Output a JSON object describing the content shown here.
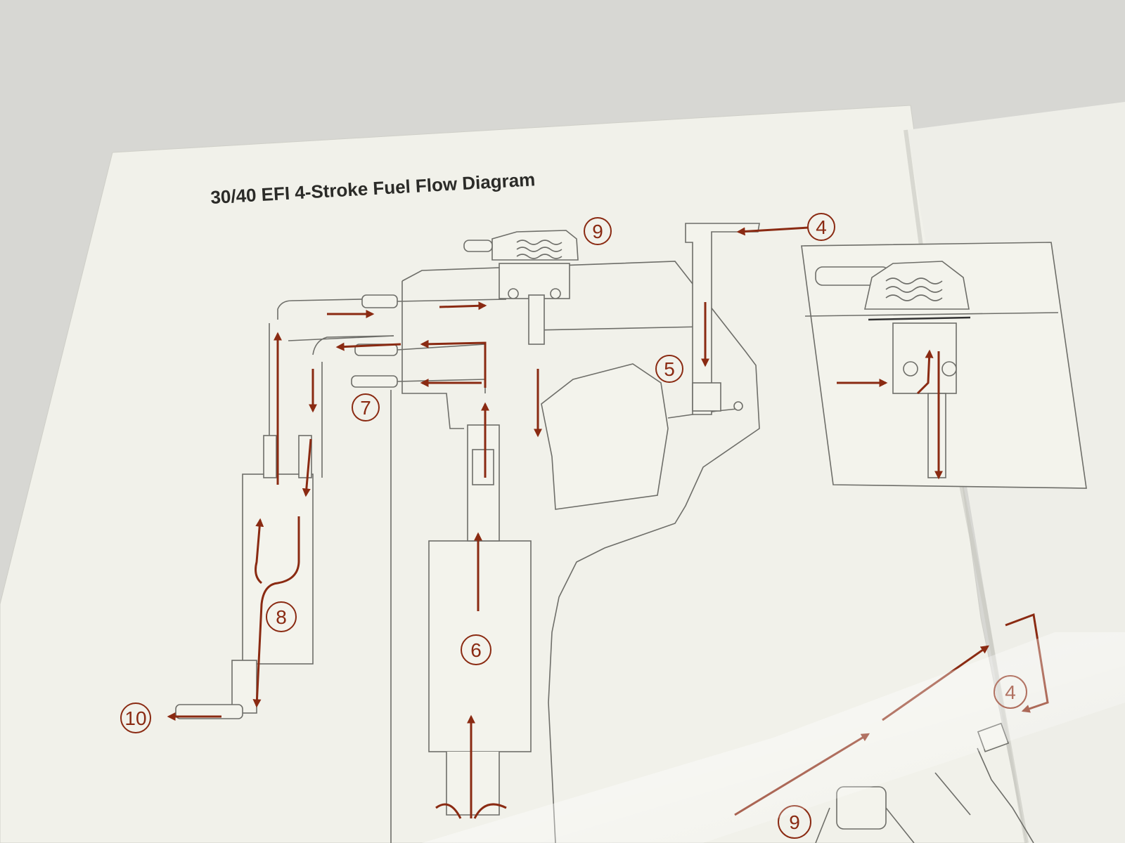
{
  "diagram": {
    "title": "30/40 EFI 4-Stroke Fuel Flow Diagram",
    "callouts": [
      {
        "id": "c4",
        "label": "4"
      },
      {
        "id": "c5",
        "label": "5"
      },
      {
        "id": "c6",
        "label": "6"
      },
      {
        "id": "c7",
        "label": "7"
      },
      {
        "id": "c8",
        "label": "8"
      },
      {
        "id": "c9",
        "label": "9"
      },
      {
        "id": "c10",
        "label": "10"
      },
      {
        "id": "c4b",
        "label": "4"
      },
      {
        "id": "c9b",
        "label": "9"
      }
    ],
    "colors": {
      "flow_arrow": "#8a2a12",
      "line_art": "#6e6e69",
      "page": "#f3f3ec",
      "background": "#d9d9d6"
    }
  }
}
